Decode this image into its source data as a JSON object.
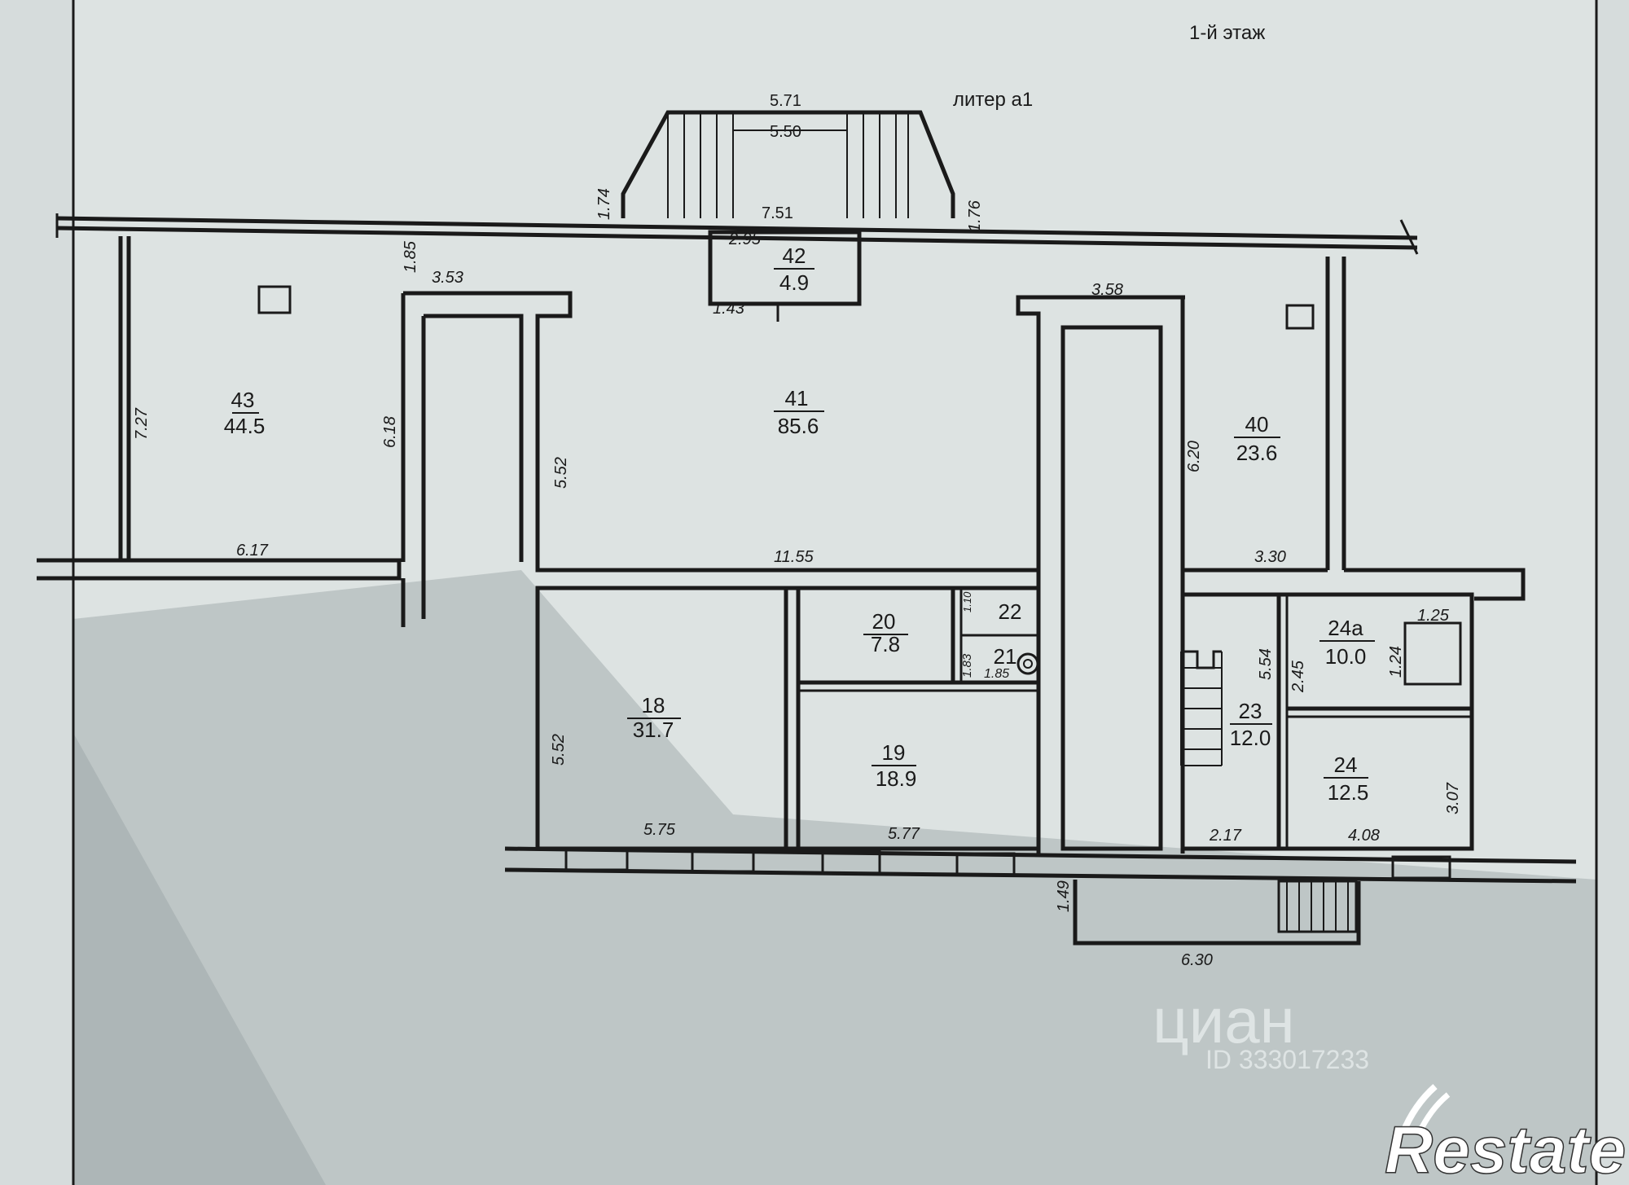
{
  "floor_title": "1-й этаж",
  "liter_label": "литер а1",
  "rooms": [
    {
      "number": "43",
      "area": "44.5"
    },
    {
      "number": "41",
      "area": "85.6"
    },
    {
      "number": "42",
      "area": "4.9"
    },
    {
      "number": "40",
      "area": "23.6"
    },
    {
      "number": "18",
      "area": "31.7"
    },
    {
      "number": "20",
      "area": "7.8"
    },
    {
      "number": "22"
    },
    {
      "number": "21"
    },
    {
      "number": "19",
      "area": "18.9"
    },
    {
      "number": "23",
      "area": "12.0"
    },
    {
      "number": "24a",
      "area": "10.0"
    },
    {
      "number": "24",
      "area": "12.5"
    }
  ],
  "dimensions": {
    "porch_top": "5.71",
    "porch_inner": "5.50",
    "porch_left": "1.74",
    "porch_right": "1.76",
    "porch_base": "7.51",
    "vestibule_width": "2.95",
    "vestibule_base": "1.43",
    "r43_height": "7.27",
    "r43_bottom": "6.17",
    "r43_gap": "1.85",
    "corridor_left_top": "3.53",
    "corridor_left_height": "6.18",
    "r41_left": "5.52",
    "r41_bottom": "11.55",
    "corridor_right_top": "3.58",
    "r40_height": "6.20",
    "r40_bottom": "3.30",
    "r18_height": "5.52",
    "r18_bottom": "5.75",
    "r19_bottom": "5.77",
    "r20_side": "1.10",
    "r21_side": "1.83",
    "r21_bottom": "1.85",
    "r23_height": "5.54",
    "r23_bottom": "2.17",
    "r24a_height": "2.45",
    "r24a_box_width": "1.25",
    "r24a_box_height": "1.24",
    "r24_height": "3.07",
    "r24_bottom": "4.08",
    "front_porch_height": "1.49",
    "front_porch_width": "6.30"
  },
  "watermark": {
    "brand": "циан",
    "id_text": "ID 333017233"
  },
  "logo": {
    "text": "Restate"
  }
}
